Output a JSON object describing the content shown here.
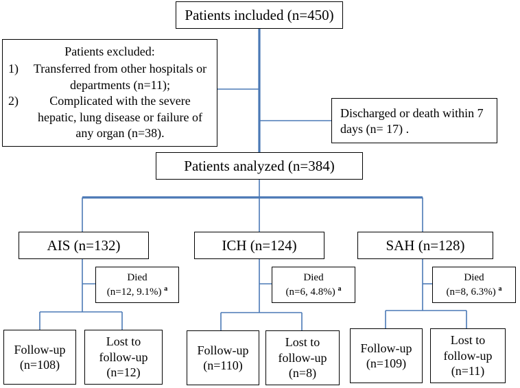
{
  "colors": {
    "line": "#4a78b5",
    "border": "#000000",
    "background": "#ffffff"
  },
  "included": "Patients included (n=450)",
  "excluded": {
    "title": "Patients excluded:",
    "items": [
      {
        "num": "1)",
        "text": "Transferred from other hospitals or departments (n=11);"
      },
      {
        "num": "2)",
        "text": "Complicated with the severe hepatic, lung disease or failure of any organ (n=38)."
      }
    ]
  },
  "discharged": "Discharged or death within  7 days (n= 17) .",
  "analyzed": "Patients analyzed (n=384)",
  "groups": [
    {
      "label": "AIS (n=132)",
      "died_title": "Died",
      "died_detail": "(n=12, 9.1%)",
      "died_mark": "a",
      "followup": "Follow-up (n=108)",
      "lost": "Lost to follow-up (n=12)"
    },
    {
      "label": "ICH (n=124)",
      "died_title": "Died",
      "died_detail": "(n=6, 4.8%)",
      "died_mark": "a",
      "followup": "Follow-up (n=110)",
      "lost": "Lost to follow-up (n=8)"
    },
    {
      "label": "SAH (n=128)",
      "died_title": "Died",
      "died_detail": "(n=8, 6.3%)",
      "died_mark": "a",
      "followup": "Follow-up (n=109)",
      "lost": "Lost to follow-up (n=11)"
    }
  ]
}
